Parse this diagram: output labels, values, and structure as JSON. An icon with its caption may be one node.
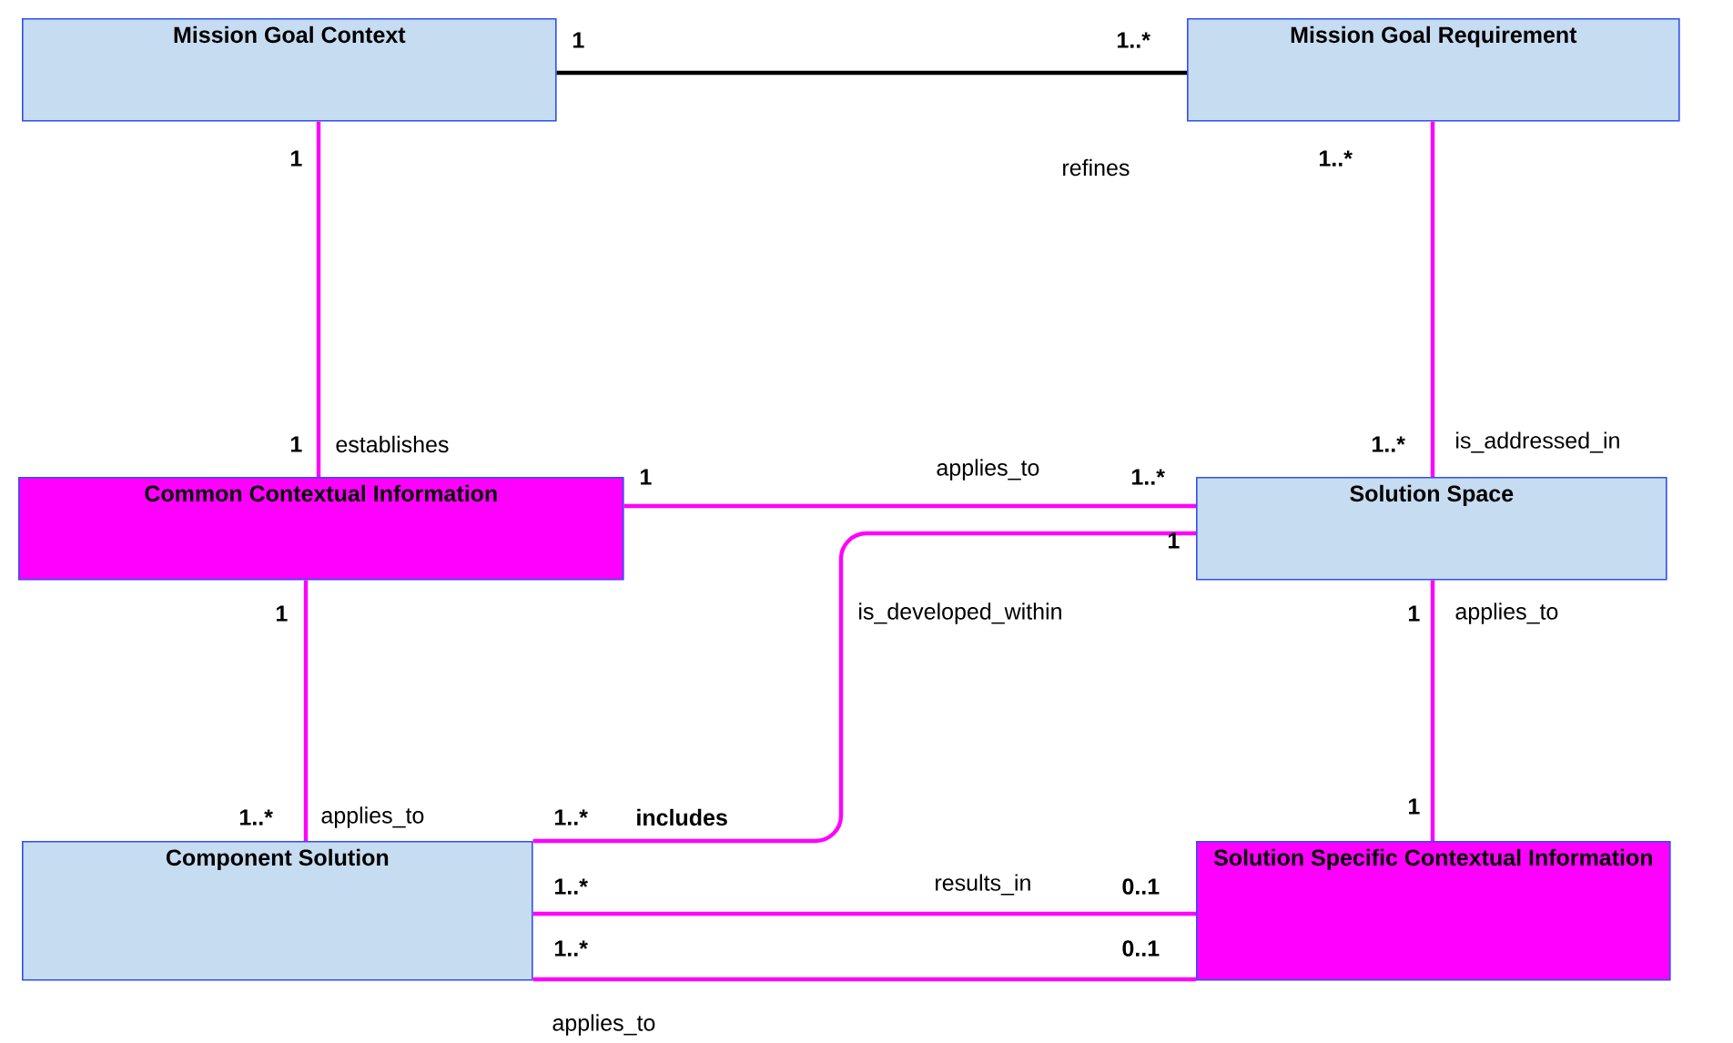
{
  "diagram": {
    "nodes": [
      {
        "text": [
          "Mission Goal Context"
        ]
      },
      {
        "text": [
          "Mission Goal Requirement"
        ]
      },
      {
        "text": [
          "Common Contextual Information"
        ]
      },
      {
        "text": [
          "Solution Space"
        ]
      },
      {
        "text": [
          "Component Solution"
        ]
      },
      {
        "text": [
          "Solution Specific Contextual Information"
        ]
      }
    ],
    "edges": [
      {
        "from": 0,
        "to": 1,
        "arrow": "none",
        "label": "refines",
        "color": "#000000"
      },
      {
        "from": 0,
        "to": 2,
        "arrow": "none",
        "label": "establishes"
      },
      {
        "from": 1,
        "to": 3,
        "arrow": "none",
        "label": "is_addressed_in"
      },
      {
        "from": 2,
        "to": 3,
        "arrow": "none",
        "label": "applies_to"
      },
      {
        "from": 3,
        "to": 4,
        "arrow": "none",
        "label": "is_developed_within"
      },
      {
        "from": 2,
        "to": 4,
        "arrow": "none",
        "label": "applies_to"
      },
      {
        "from": 3,
        "to": 5,
        "arrow": "none",
        "label": "applies_to"
      },
      {
        "from": 4,
        "to": 5,
        "arrow": "none",
        "label": "results_in"
      },
      {
        "from": 4,
        "to": 5,
        "arrow": "none",
        "label": "applies_to"
      }
    ],
    "labels": [
      "1",
      "1..*",
      "1",
      "1..*",
      "1",
      "1..*",
      "1",
      "1..*",
      "1",
      "1",
      "1",
      "1..*",
      "1..*",
      "includes",
      "1",
      "1..*",
      "0..1",
      "1..*",
      "0..1"
    ]
  }
}
